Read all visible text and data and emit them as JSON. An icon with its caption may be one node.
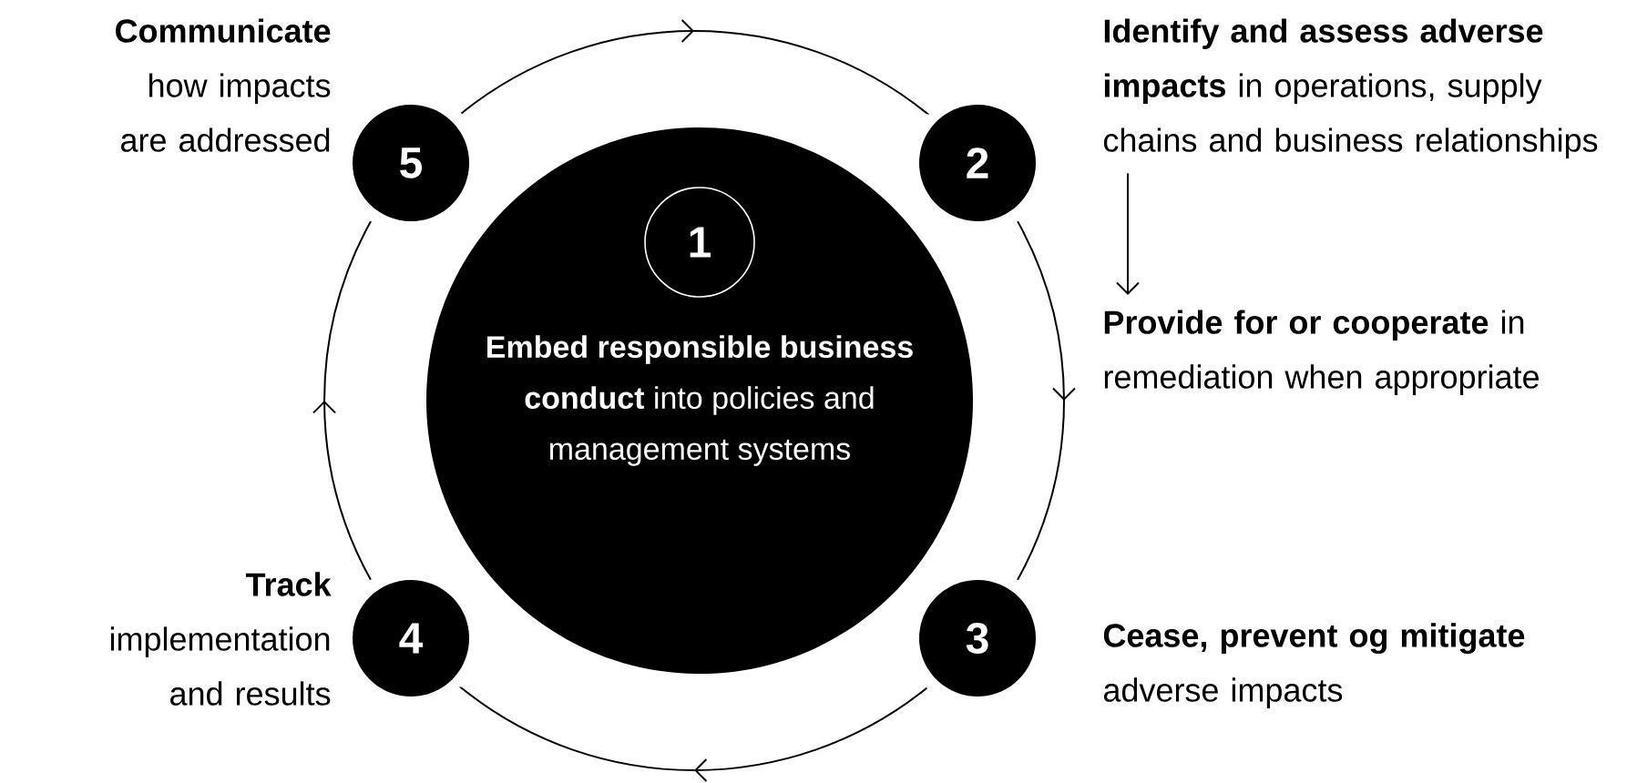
{
  "diagram": {
    "nodes": [
      {
        "text": [
          "**Embed responsible business conduct** into policies and management systems"
        ]
      },
      {
        "text": [
          "1"
        ],
        "in": 0
      },
      {
        "text": [
          "5"
        ],
        "beside": [
          "Communicate",
          "how impacts are addressed"
        ]
      },
      {
        "text": [
          "2"
        ]
      },
      {
        "text": [
          "**Identify and assess adverse impacts** in operations, supply chains and business relationships"
        ]
      },
      {
        "text": [
          "**Provide for or cooperate** in remediation when appropriate"
        ]
      },
      {
        "text": [
          "4"
        ],
        "beside": [
          "Track",
          "implementation and results"
        ]
      },
      {
        "text": [
          "3"
        ],
        "beside": [
          "Cease, prevent og mitigate",
          "adverse impacts"
        ]
      }
    ],
    "edges": [
      {
        "from": 2,
        "to": 3,
        "arrow": "to"
      },
      {
        "from": 3,
        "to": 7,
        "arrow": "to"
      },
      {
        "from": 7,
        "to": 6,
        "arrow": "to"
      },
      {
        "from": 6,
        "to": 2,
        "arrow": "to"
      },
      {
        "from": 4,
        "to": 5,
        "arrow": "to"
      }
    ]
  }
}
